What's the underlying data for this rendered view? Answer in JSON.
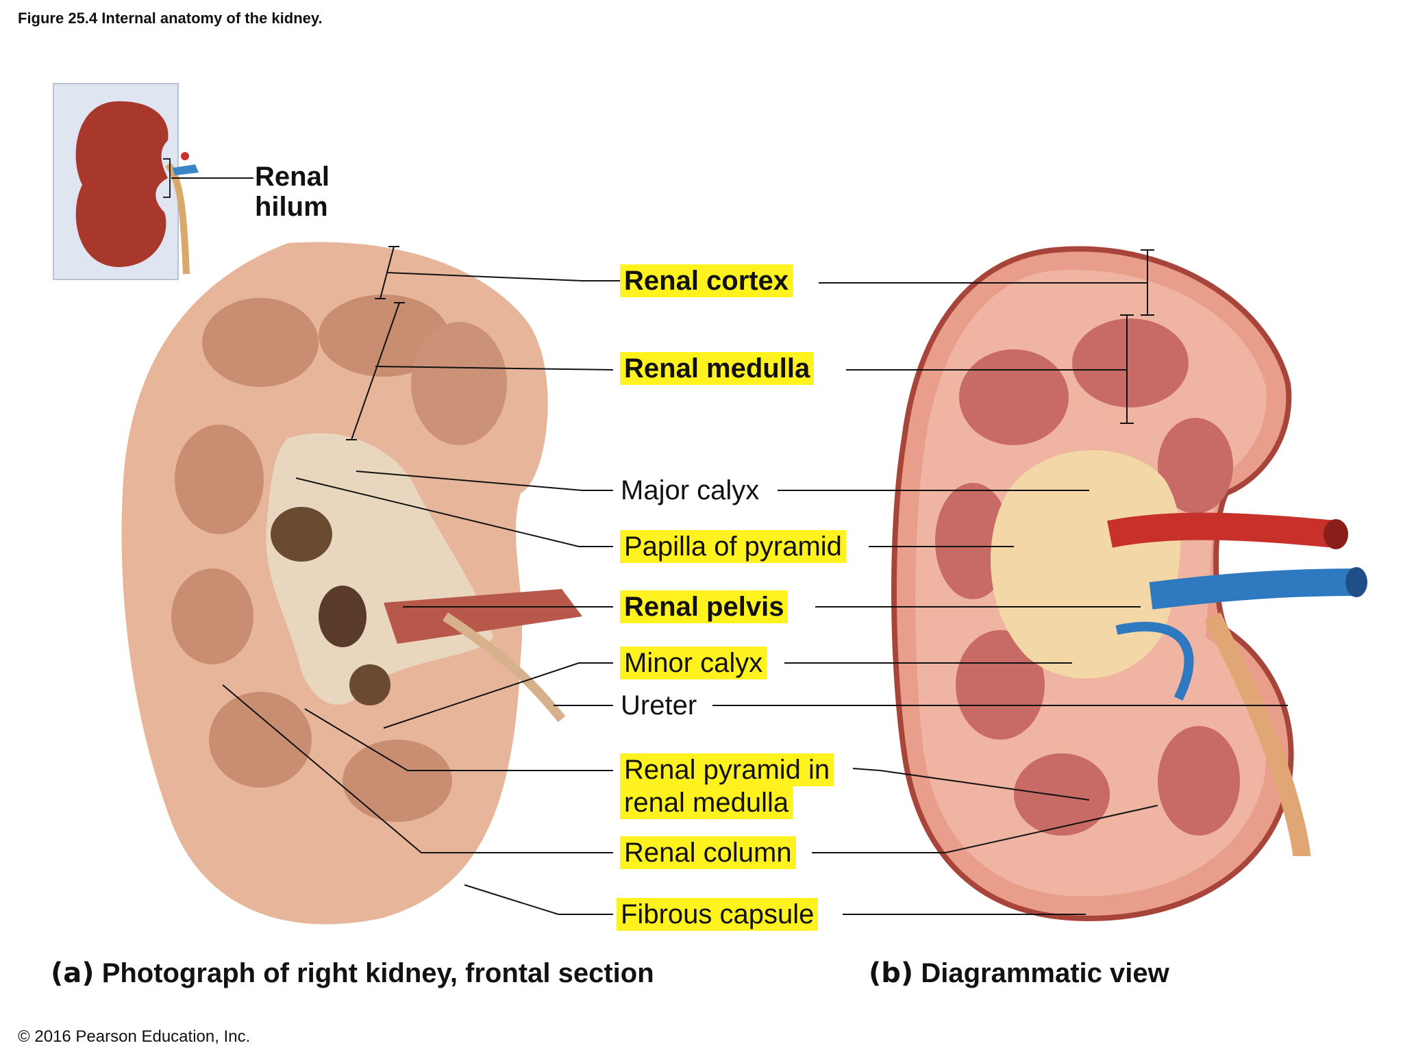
{
  "figure_title": "Figure 25.4 Internal anatomy of the kidney.",
  "hilum_label": [
    "Renal",
    "hilum"
  ],
  "labels": {
    "renal_cortex": "Renal cortex",
    "renal_medulla": "Renal medulla",
    "major_calyx": "Major calyx",
    "papilla_of_pyramid": "Papilla of pyramid",
    "renal_pelvis": "Renal pelvis",
    "minor_calyx": "Minor calyx",
    "ureter": "Ureter",
    "renal_pyramid_line1": "Renal pyramid in",
    "renal_pyramid_line2": "renal medulla",
    "renal_column": "Renal column",
    "fibrous_capsule": "Fibrous capsule"
  },
  "captions": {
    "a_tag": "(a)",
    "a_text": "Photograph of right kidney, frontal section",
    "b_tag": "(b)",
    "b_text": "Diagrammatic view"
  },
  "copyright": "© 2016 Pearson Education, Inc.",
  "colors": {
    "highlight": "#fff21f",
    "photo_tissue": "#e7b69a",
    "diagram_cortex": "#e89e8a",
    "artery": "#d2342a",
    "vein": "#2f79c0"
  }
}
